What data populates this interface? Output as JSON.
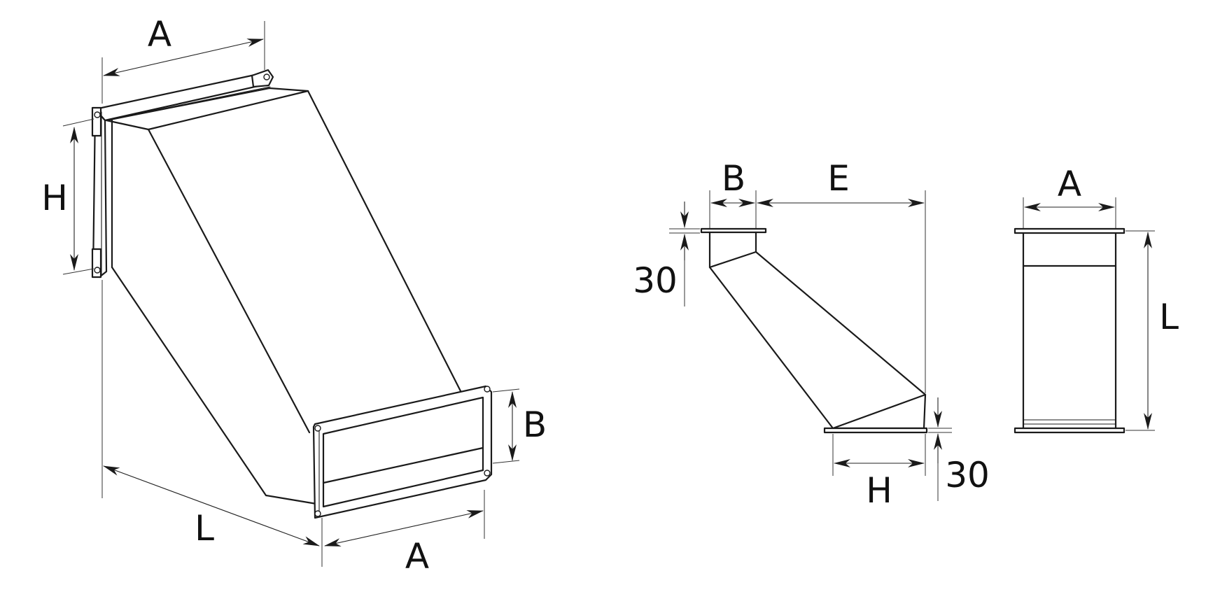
{
  "colors": {
    "line": "#1a1a1a",
    "background": "#ffffff"
  },
  "labels": {
    "iso_top_width": "A",
    "iso_height": "H",
    "iso_length": "L",
    "iso_bottom_width": "A",
    "iso_outlet_height": "B",
    "side_inlet_width": "B",
    "side_offset": "E",
    "side_top_flange": "30",
    "side_bottom_flange": "30",
    "side_outlet_height": "H",
    "front_width": "A",
    "front_length": "L"
  }
}
